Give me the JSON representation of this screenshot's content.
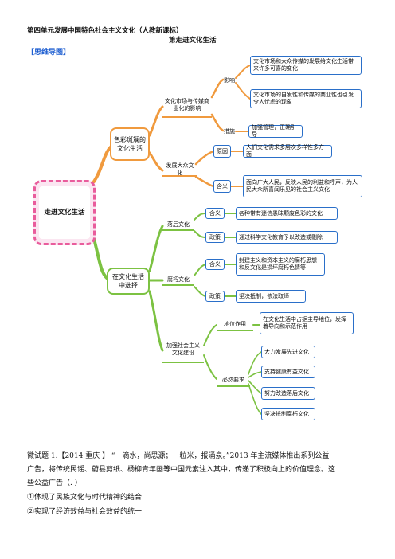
{
  "header": {
    "unit_title": "第四单元发展中国特色社会主义文化（人教新课标）",
    "lesson_title": "第走进文化生活",
    "section_label": "【思维导图】"
  },
  "mindmap": {
    "center": "走进文化生活",
    "branch1": {
      "label": "色彩斑斓的文化生活",
      "sub1": {
        "label": "文化市场与传媒商业化的影响",
        "effect": {
          "label": "影响",
          "items": [
            "文化市场和大众传媒的发展给文化生活带来许多可喜的变化",
            "文化市场的自发性和传媒的商业性也引发令人忧虑的现象"
          ]
        },
        "measure": {
          "label": "措施",
          "item": "加强管理，正确引导"
        }
      },
      "sub2": {
        "label": "发展大众文化",
        "reason": {
          "label": "原因",
          "item": "人们文化需求多层次多样性多方面"
        },
        "meaning": {
          "label": "含义",
          "item": "面向广大人民，反映人民的利益和呼声，为人民大众所喜闻乐见的社会主义文化"
        }
      }
    },
    "branch2": {
      "label": "在文化生活中选择",
      "backward": {
        "label": "落后文化",
        "meaning": {
          "label": "含义",
          "item": "各种带有迷信愚昧颓废色彩的文化"
        },
        "attitude": {
          "label": "政策",
          "item": "通过科学文化教育予以改造或剔除"
        }
      },
      "decadent": {
        "label": "腐朽文化",
        "meaning": {
          "label": "含义",
          "item": "封建主义和资本主义的腐朽思想和反文化是损坏腐朽色情等"
        },
        "attitude": {
          "label": "政策",
          "item": "坚决抵制，依法取缔"
        }
      },
      "advanced": {
        "label": "加强社会主义文化建设",
        "status": {
          "label": "地位作用",
          "item": "在文化生活中占据主导地位，发挥着导向和示范作用"
        },
        "requirement": {
          "label": "必然要求",
          "items": [
            "大力发展先进文化",
            "支持健康有益文化",
            "努力改造落后文化",
            "坚决抵制腐朽文化"
          ]
        }
      }
    }
  },
  "question": {
    "line1": "微试题 1.【2014 重庆 】  “一滴水，尚思源；一粒米，报涌泉。”2013 年主流媒体推出系列公益",
    "line2": "广告，将传统民谣、蔚县剪纸、杨柳青年画等中国元素注入其中，传递了积极向上的价值理念。这",
    "line3": "些公益广告（. ）",
    "option1": "①体现了民族文化与时代精神的结合",
    "option2": "②实现了经济效益与社会效益的统一"
  }
}
